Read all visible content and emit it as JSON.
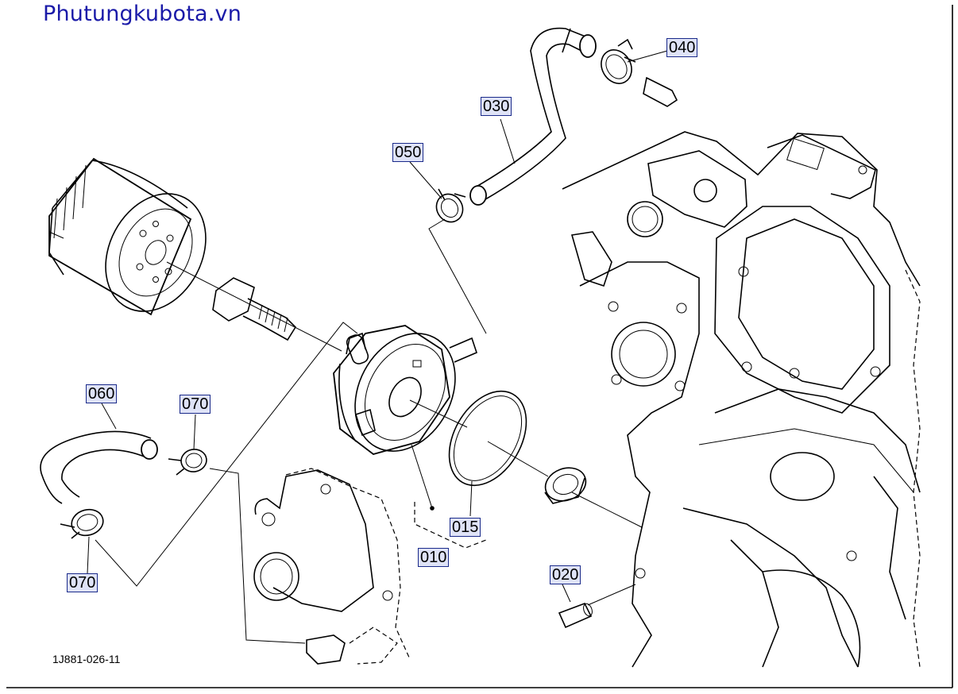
{
  "site_title": "Phutungkubota.vn",
  "drawing_code": "1J881-026-11",
  "callouts": {
    "c010": "010",
    "c015": "015",
    "c020": "020",
    "c030": "030",
    "c040": "040",
    "c050": "050",
    "c060": "060",
    "c070_upper": "070",
    "c070_lower": "070"
  },
  "colors": {
    "title": "#1a1aa8",
    "callout_fill": "#dfe3f7",
    "callout_border": "#1a2a8a"
  }
}
